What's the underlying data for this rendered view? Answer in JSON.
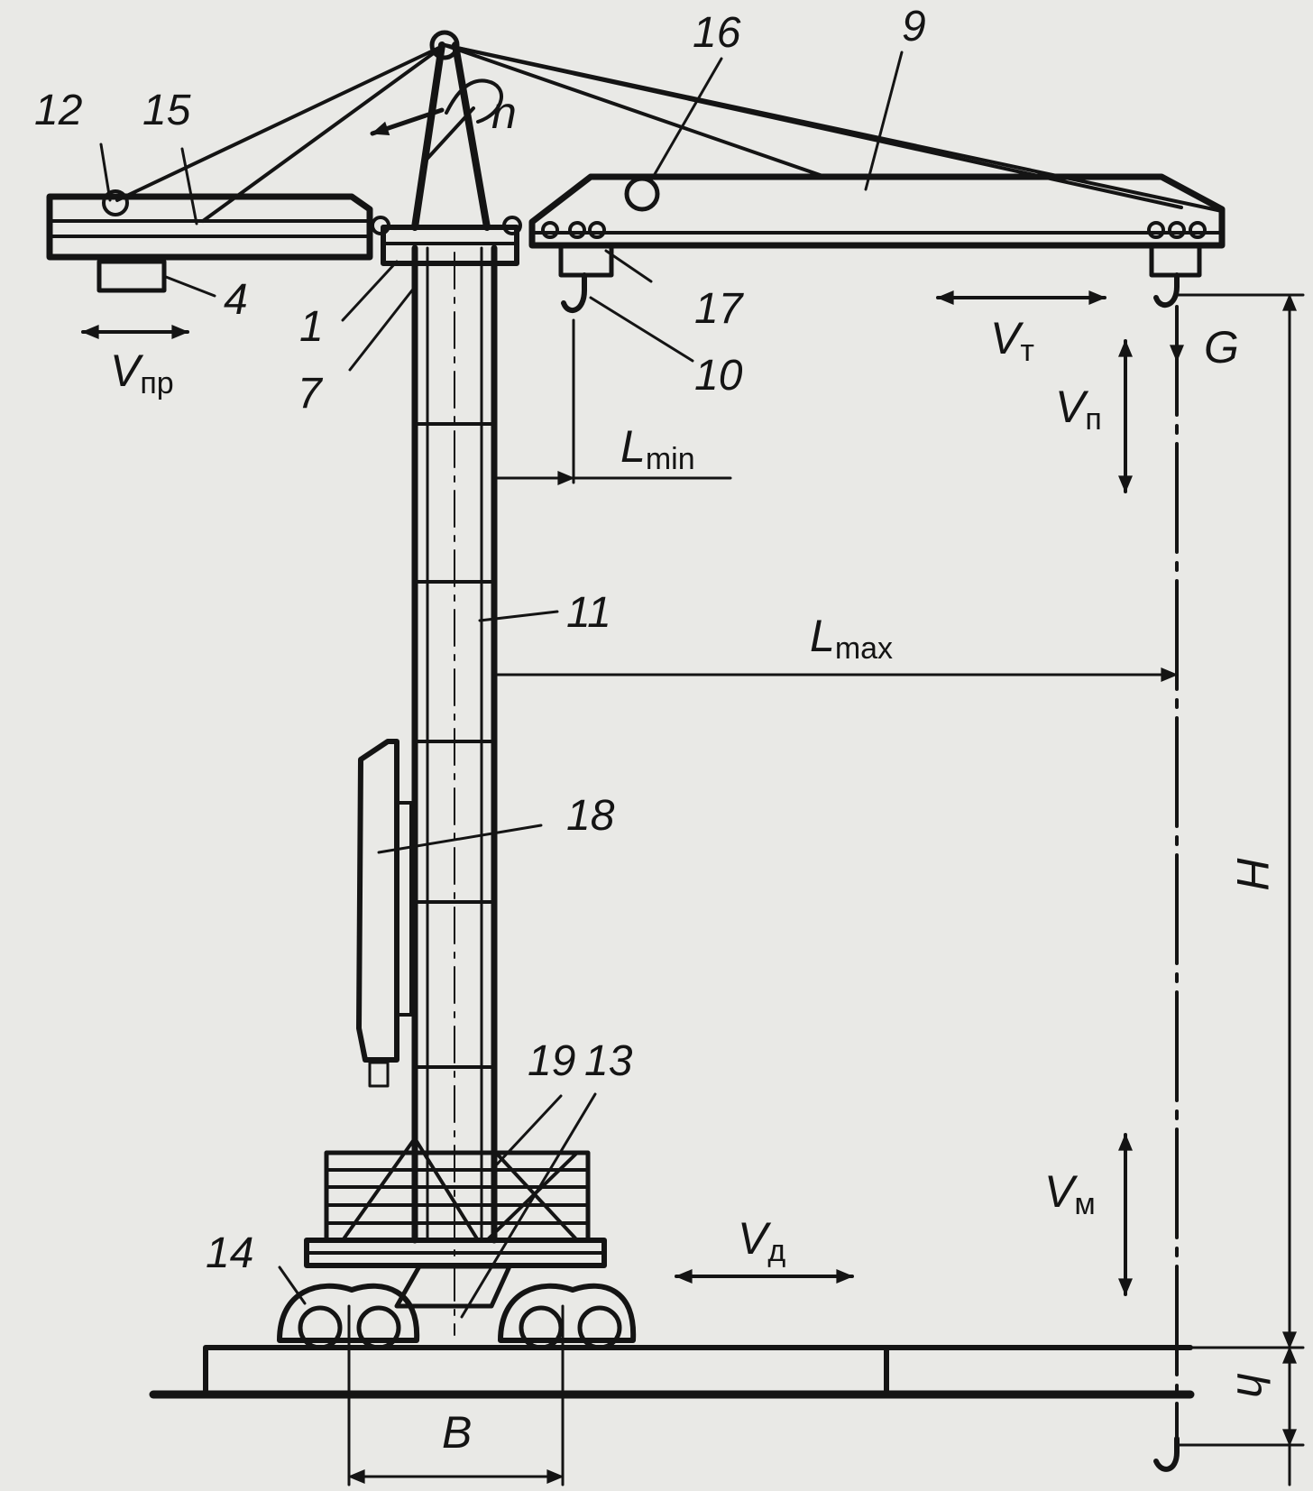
{
  "labels": {
    "n1": "1",
    "n4": "4",
    "n7": "7",
    "n9": "9",
    "n10": "10",
    "n11": "11",
    "n12": "12",
    "n13": "13",
    "n14": "14",
    "n15": "15",
    "n16": "16",
    "n17": "17",
    "n18": "18",
    "n19": "19",
    "rotation": "n",
    "load": "G"
  },
  "dimensions": {
    "lmin": {
      "symbol": "L",
      "sub": "min"
    },
    "lmax": {
      "symbol": "L",
      "sub": "max"
    },
    "height": "H",
    "depth": "h",
    "base": "B"
  },
  "speeds": {
    "vpr": {
      "symbol": "V",
      "sub": "пр"
    },
    "vt": {
      "symbol": "V",
      "sub": "т"
    },
    "vp": {
      "symbol": "V",
      "sub": "п"
    },
    "vm": {
      "symbol": "V",
      "sub": "м"
    },
    "vd": {
      "symbol": "V",
      "sub": "д"
    }
  },
  "colors": {
    "ink": "#141414",
    "paper": "#e9e9e6"
  }
}
